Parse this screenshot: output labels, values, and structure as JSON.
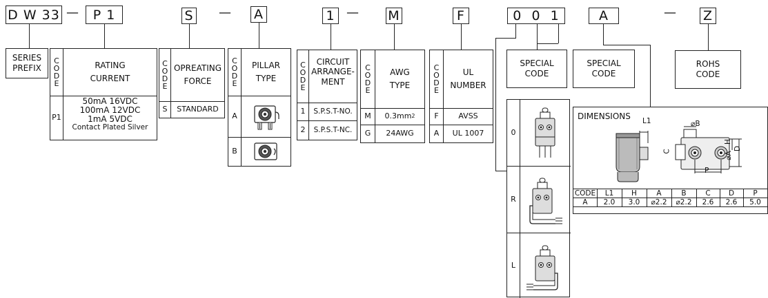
{
  "part_number": {
    "series": "D W 33",
    "rating": "P 1",
    "force": "S",
    "pillar": "A",
    "circuit": "1",
    "awg": "M",
    "ul": "F",
    "special1": "0  0  1",
    "special2": "A",
    "rohs": "Z",
    "dash": "—"
  },
  "code_label": [
    "C",
    "O",
    "D",
    "E"
  ],
  "series_prefix": {
    "l1": "SERIES",
    "l2": "PREFIX"
  },
  "rating": {
    "h1": "RATING",
    "h2": "CURRENT",
    "code": "P1",
    "v1": "50mA 16VDC",
    "v2": "100mA 12VDC",
    "v3": "1mA  5VDC",
    "v4": "Contact Plated Silver"
  },
  "force": {
    "h1": "OPREATING",
    "h2": "FORCE",
    "code": "S",
    "value": "STANDARD"
  },
  "pillar": {
    "h1": "PILLAR",
    "h2": "TYPE",
    "codes": [
      "A",
      "B"
    ]
  },
  "circuit": {
    "h1": "CIRCUIT",
    "h2": "ARRANGE-",
    "h3": "MENT",
    "rows": [
      {
        "code": "1",
        "value": "S.P.S.T-NO."
      },
      {
        "code": "2",
        "value": "S.P.S.T-NC."
      }
    ]
  },
  "awg": {
    "h1": "AWG",
    "h2": "TYPE",
    "rows": [
      {
        "code": "M",
        "value": "0.3mm",
        "sup": "2"
      },
      {
        "code": "G",
        "value": "24AWG",
        "sup": ""
      }
    ]
  },
  "ul": {
    "h1": "UL",
    "h2": "NUMBER",
    "rows": [
      {
        "code": "F",
        "value": "AVSS"
      },
      {
        "code": "A",
        "value": "UL 1007"
      }
    ]
  },
  "special_code_1": {
    "h1": "SPECIAL",
    "h2": "CODE"
  },
  "special_code_2": {
    "h1": "SPECIAL",
    "h2": "CODE"
  },
  "rohs_code": {
    "h1": "ROHS",
    "h2": "CODE"
  },
  "terminal_codes": [
    "0",
    "R",
    "L"
  ],
  "dimensions": {
    "title": "DIMENSIONS",
    "labels": {
      "l1": "L1",
      "b": "⌀B",
      "c": "C",
      "p": "P",
      "h": "H",
      "a": "⌀A",
      "d": "D"
    },
    "headers": [
      "CODE",
      "L1",
      "H",
      "A",
      "B",
      "C",
      "D",
      "P"
    ],
    "row": [
      "A",
      "2.0",
      "3.0",
      "⌀2.2",
      "⌀2.2",
      "2.6",
      "2.6",
      "5.0"
    ]
  }
}
